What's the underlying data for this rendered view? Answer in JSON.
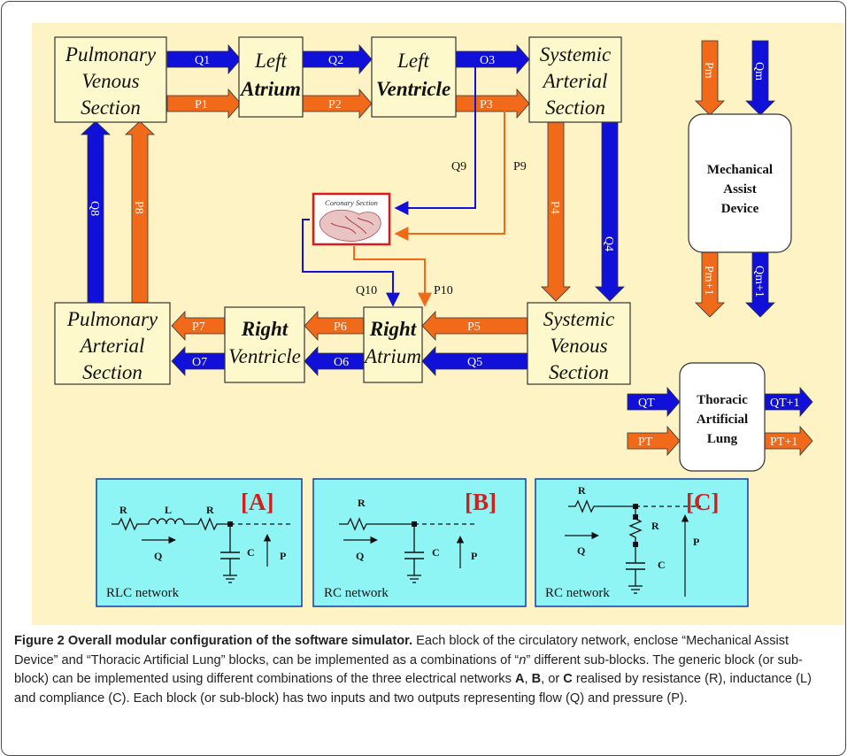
{
  "blocks": {
    "pulmonary_venous": [
      "Pulmonary",
      "Venous",
      "Section"
    ],
    "left_atrium": [
      "Left",
      "Atrium"
    ],
    "left_ventricle": [
      "Left",
      "Ventricle"
    ],
    "systemic_arterial": [
      "Systemic",
      "Arterial",
      "Section"
    ],
    "pulmonary_arterial": [
      "Pulmonary",
      "Arterial",
      "Section"
    ],
    "right_ventricle": [
      "Right",
      "Ventricle"
    ],
    "right_atrium": [
      "Right",
      "Atrium"
    ],
    "systemic_venous": [
      "Systemic",
      "Venous",
      "Section"
    ],
    "mechanical_assist": [
      "Mechanical",
      "Assist",
      "Device"
    ],
    "thoracic_lung": [
      "Thoracic",
      "Artificial",
      "Lung"
    ],
    "coronary": "Coronary Section"
  },
  "flows": {
    "q1": "Q1",
    "p1": "P1",
    "q2": "Q2",
    "p2": "P2",
    "q3": "O3",
    "p3": "P3",
    "q9": "Q9",
    "p9": "P9",
    "q4": "Q4",
    "p4": "P4",
    "q5": "Q5",
    "p5": "P5",
    "q6": "O6",
    "p6": "P6",
    "q7": "O7",
    "p7": "P7",
    "q8": "Q8",
    "p8": "P8",
    "q10": "Q10",
    "p10": "P10",
    "pm": "Pm",
    "qm": "Qm",
    "pm1": "Pm+1",
    "qm1": "Qm+1",
    "qt": "QT",
    "qt1": "QT+1",
    "pt": "PT",
    "pt1": "PT+1"
  },
  "circuits": {
    "a": {
      "tag": "[A]",
      "r1": "R",
      "l": "L",
      "r2": "R",
      "q": "Q",
      "c": "C",
      "p": "P",
      "name": "RLC network"
    },
    "b": {
      "tag": "[B]",
      "r": "R",
      "q": "Q",
      "c": "C",
      "p": "P",
      "name": "RC network"
    },
    "c": {
      "tag": "[C]",
      "r1": "R",
      "r2": "R",
      "q": "Q",
      "c": "C",
      "p": "P",
      "name": "RC network"
    }
  },
  "caption": {
    "title": "Figure 2 Overall modular configuration of the software simulator.",
    "t1": " Each block of the circulatory network, enclose “Mechanical Assist Device” and “Thoracic Artificial Lung” blocks, can be implemented as a combinations of “",
    "n": "n",
    "t2": "” different sub-blocks. The generic block (or sub-block) can be implemented using different combinations of the three electrical networks ",
    "a": "A",
    "sep1": ", ",
    "b": "B",
    "sep2": ", or ",
    "c": "C",
    "t3": " realised by resistance (R), inductance (L) and compliance (C). Each block (or sub-block) has two inputs and two outputs representing flow (Q) and pressure (P)."
  },
  "colors": {
    "flow": "#1010d8",
    "pressure": "#f06a1a",
    "background": "#fdf3c4",
    "panel": "#8ff4f4",
    "block": "#fdf9cc"
  }
}
